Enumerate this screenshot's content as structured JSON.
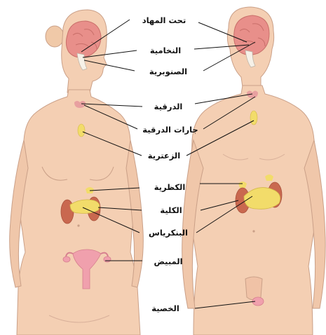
{
  "labels": {
    "hypothalamus": "تحت المهاد",
    "pituitary": "النخامية",
    "pineal": "الصنوبرية",
    "thyroid": "الدرقية",
    "parathyroid": "جارات الدرقية",
    "thymus": "الزعترية",
    "adrenal": "الكظرية",
    "kidney": "الكلية",
    "pancreas": "البنكرياس",
    "ovary": "المبيض",
    "testis": "الخصية"
  },
  "colors": {
    "skin": "#f4cfb3",
    "skin_outline": "#caa088",
    "brain": "#e88f8a",
    "gland_yellow": "#f2dc6a",
    "kidney": "#c9684f",
    "uterus": "#f0a0ad",
    "leader_line": "#111111"
  }
}
